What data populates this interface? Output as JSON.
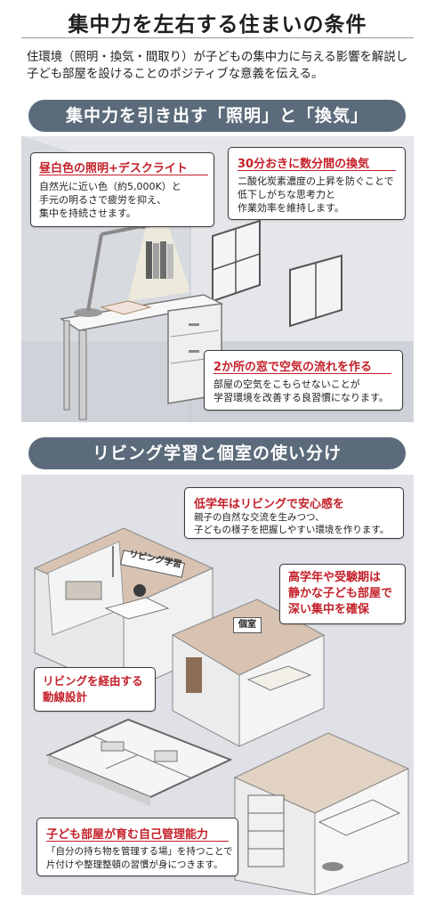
{
  "page": {
    "title": "集中力を左右する住まいの条件",
    "intro_line1": "住環境（照明・換気・間取り）が子どもの集中力に与える影響を解説し",
    "intro_line2": "子ども部屋を設けることのポジティブな意義を伝える。"
  },
  "section1": {
    "banner": "集中力を引き出す「照明」と「換気」",
    "card_lighting": {
      "title": "昼白色の照明+デスクライト",
      "body1": "自然光に近い色（約5,000K）と",
      "body2": "手元の明るさで疲労を抑え、",
      "body3": "集中を持続させます。"
    },
    "card_ventilation": {
      "title": "30分おきに数分間の換気",
      "body1": "二酸化炭素濃度の上昇を防ぐことで",
      "body2": "低下しがちな思考力と",
      "body3": "作業効率を維持します。"
    },
    "card_windows": {
      "title": "2か所の窓で空気の流れを作る",
      "body1": "部屋の空気をこもらせないことが",
      "body2": "学習環境を改善する良習慣になります。"
    }
  },
  "section2": {
    "banner": "リビング学習と個室の使い分け",
    "card_living": {
      "title": "低学年はリビングで安心感を",
      "body1": "親子の自然な交流を生みつつ、",
      "body2": "子どもの様子を把握しやすい環境を作ります。"
    },
    "card_upper": {
      "title1": "高学年や受験期は",
      "title2": "静かな子ども部屋で",
      "title3": "深い集中を確保"
    },
    "card_flow": {
      "title1": "リビングを経由する",
      "title2": "動線設計"
    },
    "card_self": {
      "title": "子ども部屋が育む自己管理能力",
      "body1": "「自分の持ち物を管理する場」を持つことで",
      "body2": "片付けや整理整頓の習慣が身につきます。"
    },
    "sign_living": "リビング学習",
    "sign_private": "個室"
  },
  "colors": {
    "banner": "#5b6b7b",
    "accent_red": "#c4202a",
    "panel": "#dfe1e6"
  }
}
